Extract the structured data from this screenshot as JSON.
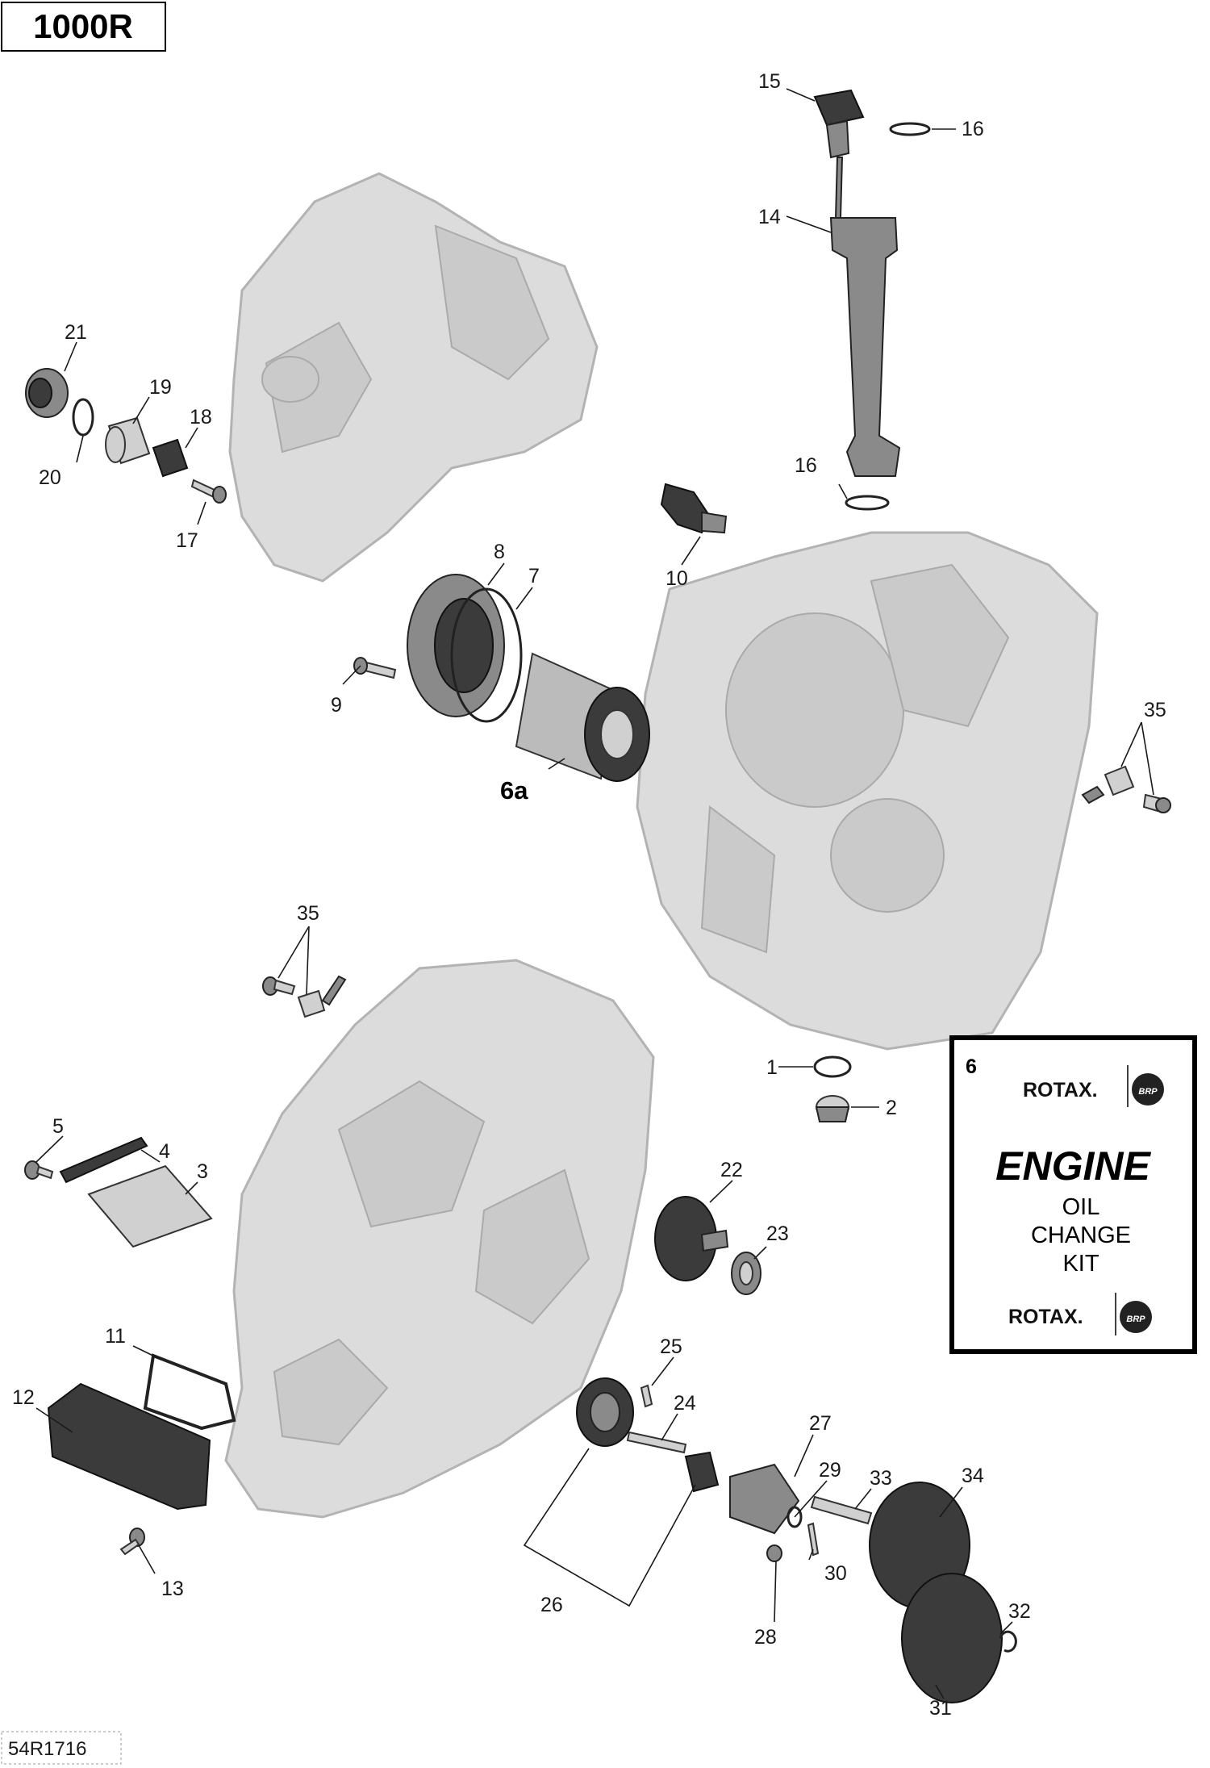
{
  "model_label": "1000R",
  "figure_code": "54R1716",
  "callouts": {
    "c1": "1",
    "c2": "2",
    "c3": "3",
    "c4": "4",
    "c5": "5",
    "c6a": "6a",
    "c7": "7",
    "c8": "8",
    "c9": "9",
    "c10": "10",
    "c11": "11",
    "c12": "12",
    "c13": "13",
    "c14": "14",
    "c15": "15",
    "c16a": "16",
    "c16b": "16",
    "c17": "17",
    "c18": "18",
    "c19": "19",
    "c20": "20",
    "c21": "21",
    "c22": "22",
    "c23": "23",
    "c24": "24",
    "c25": "25",
    "c26": "26",
    "c27": "27",
    "c28": "28",
    "c29": "29",
    "c30": "30",
    "c31": "31",
    "c32": "32",
    "c33": "33",
    "c34": "34",
    "c35a": "35",
    "c35b": "35"
  },
  "kit_box": {
    "number": "6",
    "brand_top": "ROTAX.",
    "brand_bottom": "ROTAX.",
    "badge": "BRP",
    "title": "ENGINE",
    "line1": "OIL",
    "line2": "CHANGE",
    "line3": "KIT"
  }
}
